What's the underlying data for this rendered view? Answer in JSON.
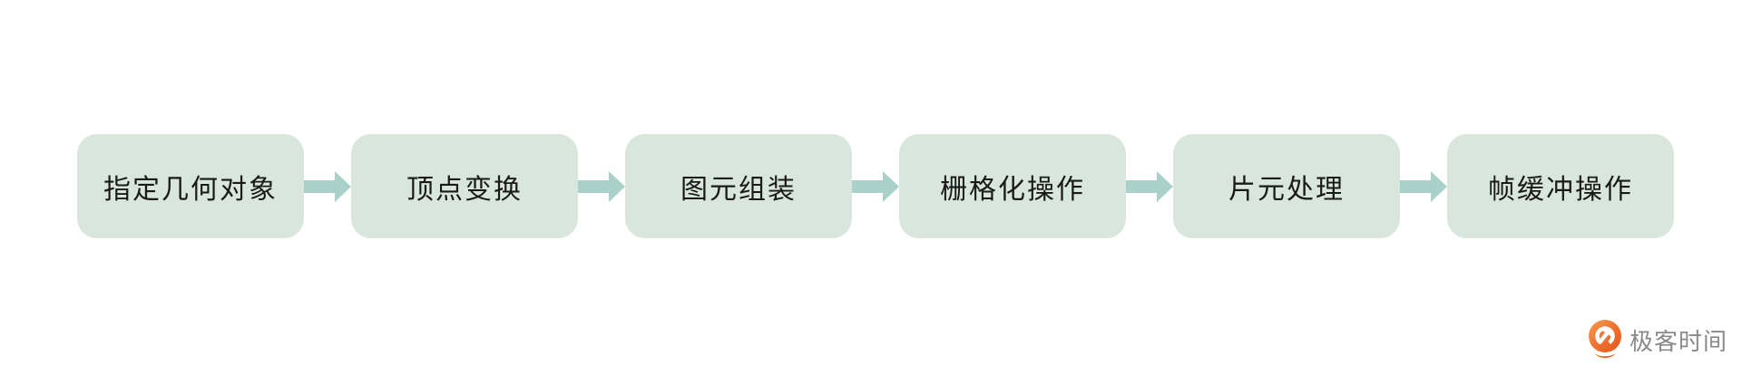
{
  "flow": {
    "steps": [
      {
        "label": "指定几何对象"
      },
      {
        "label": "顶点变换"
      },
      {
        "label": "图元组装"
      },
      {
        "label": "栅格化操作"
      },
      {
        "label": "片元处理"
      },
      {
        "label": "帧缓冲操作"
      }
    ],
    "box_fill_color": "#d8e6dd",
    "arrow_color": "#a9d1c9",
    "label_color": "#1a1a1a"
  },
  "brand": {
    "name": "极客时间",
    "text_color": "#8a8a8a",
    "icon": "geektime-pin-icon",
    "icon_color": "#ee6f2d"
  }
}
